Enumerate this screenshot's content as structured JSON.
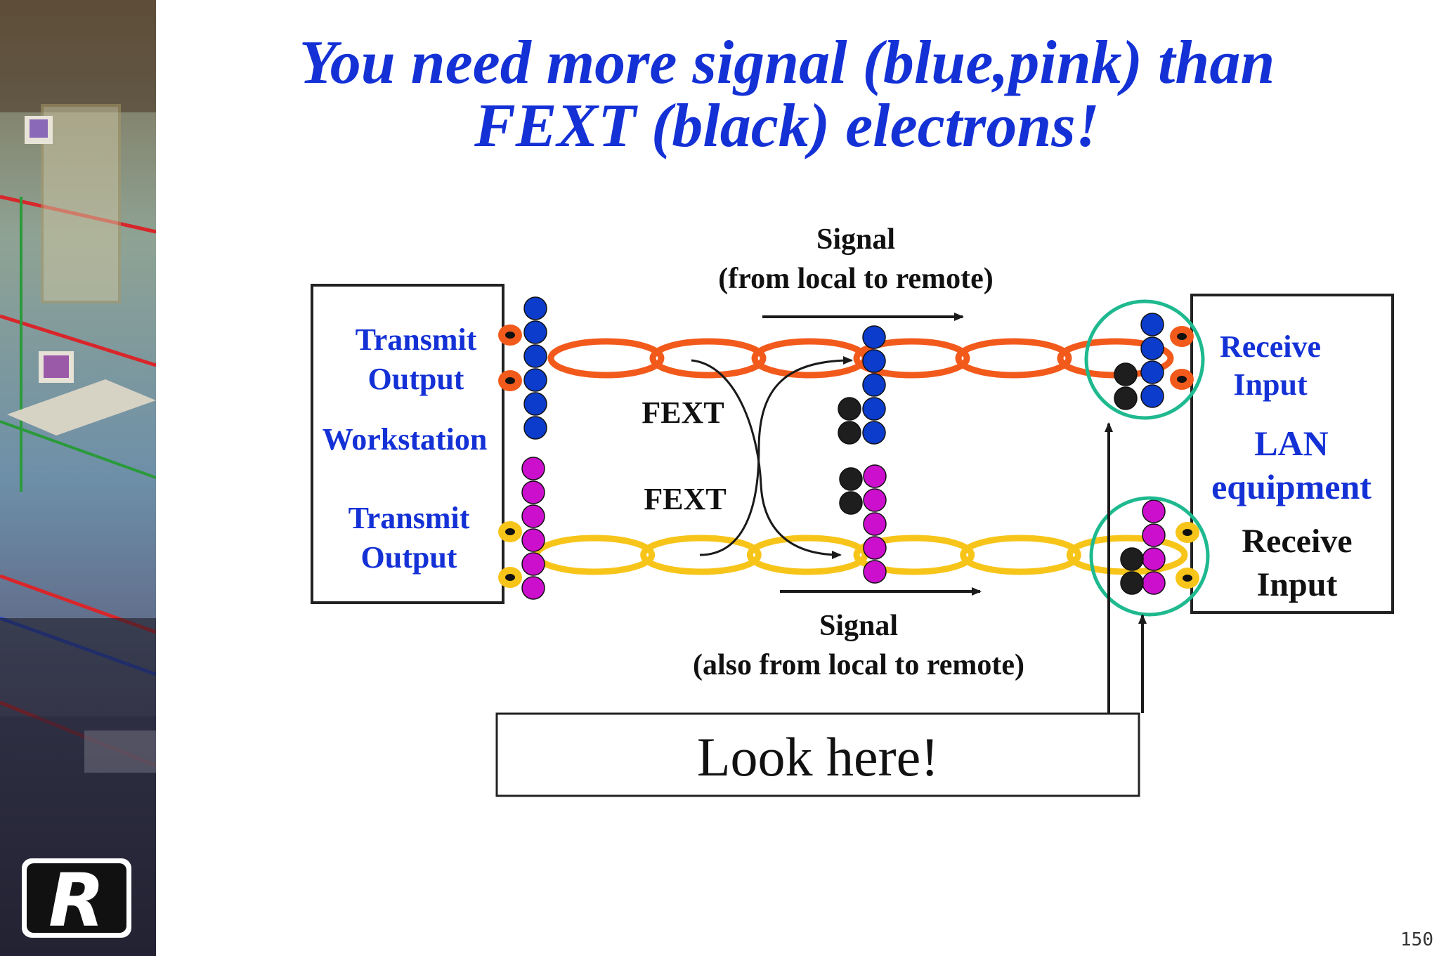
{
  "slide": {
    "title_line1": "You need more signal (blue,pink) than",
    "title_line2": "FEXT (black) electrons!",
    "page_number": "150"
  },
  "colors": {
    "title": "#1431d6",
    "label_blue": "#1431d6",
    "pair_orange": "#f25a1c",
    "pair_yellow": "#f7c51a",
    "signal_blue": "#0c3ccc",
    "signal_pink": "#cc0fcc",
    "fext_black": "#1e1e1e",
    "highlight_circle": "#1fb98f"
  },
  "workstation": {
    "transmit_top_line1": "Transmit",
    "transmit_top_line2": "Output",
    "name": "Workstation",
    "transmit_bottom_line1": "Transmit",
    "transmit_bottom_line2": "Output"
  },
  "lan": {
    "receive_top_line1": "Receive",
    "receive_top_line2": "Input",
    "name_line1": "LAN",
    "name_line2": "equipment",
    "receive_bottom_line1": "Receive",
    "receive_bottom_line2": "Input"
  },
  "labels": {
    "signal_top_line1": "Signal",
    "signal_top_line2": "(from local to remote)",
    "signal_bottom_line1": "Signal",
    "signal_bottom_line2": "(also from local to remote)",
    "fext_top": "FEXT",
    "fext_bottom": "FEXT"
  },
  "callout": {
    "text": "Look here!"
  },
  "logo": {
    "letter": "R",
    "icon": "r-logo-icon"
  }
}
